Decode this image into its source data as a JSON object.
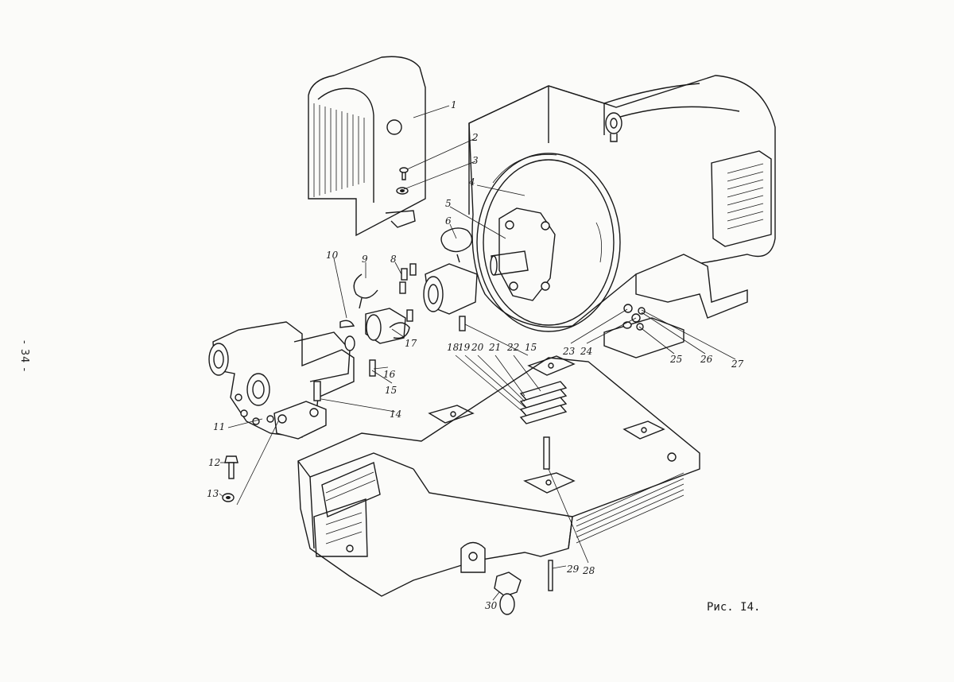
{
  "page_number": "- 34 -",
  "figure_caption": "Рис. I4.",
  "callouts": [
    "1",
    "2",
    "3",
    "4",
    "5",
    "6",
    "8",
    "9",
    "10",
    "17",
    "16",
    "15",
    "14",
    "11",
    "12",
    "13",
    "18",
    "19",
    "20",
    "21",
    "22",
    "15",
    "23",
    "24",
    "25",
    "26",
    "27",
    "28",
    "29",
    "30"
  ]
}
